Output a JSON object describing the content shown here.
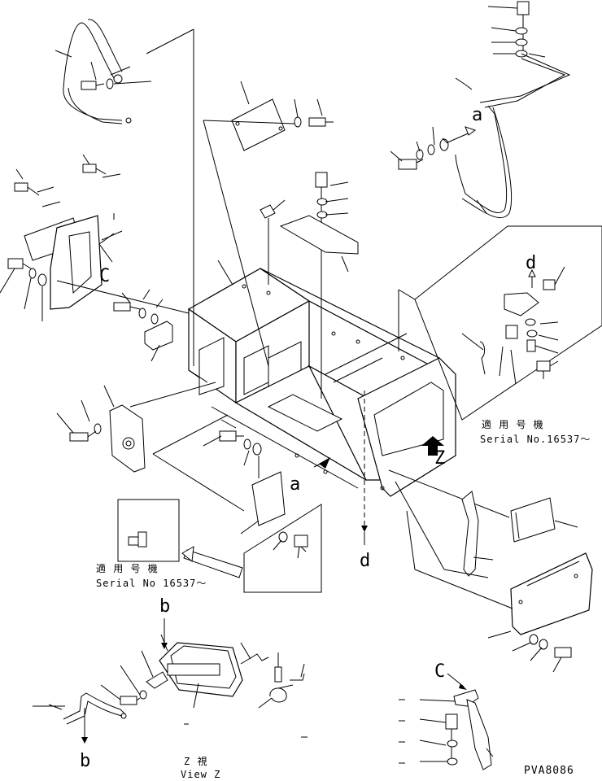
{
  "labels": {
    "a_top": "a",
    "a_mid": "a",
    "b_top": "b",
    "b_bottom": "b",
    "c_left": "C",
    "c_bottom": "C",
    "d_top": "d",
    "d_bottom": "d",
    "z_arrow": "Z"
  },
  "notes": {
    "right_jp": "適 用 号 機",
    "right_serial": "Serial No.16537～",
    "left_jp": "適 用 号 機",
    "left_serial": "Serial No 16537～",
    "view_jp": "Z  視",
    "view_en": "View Z"
  },
  "drawing_code": "PVA8086"
}
